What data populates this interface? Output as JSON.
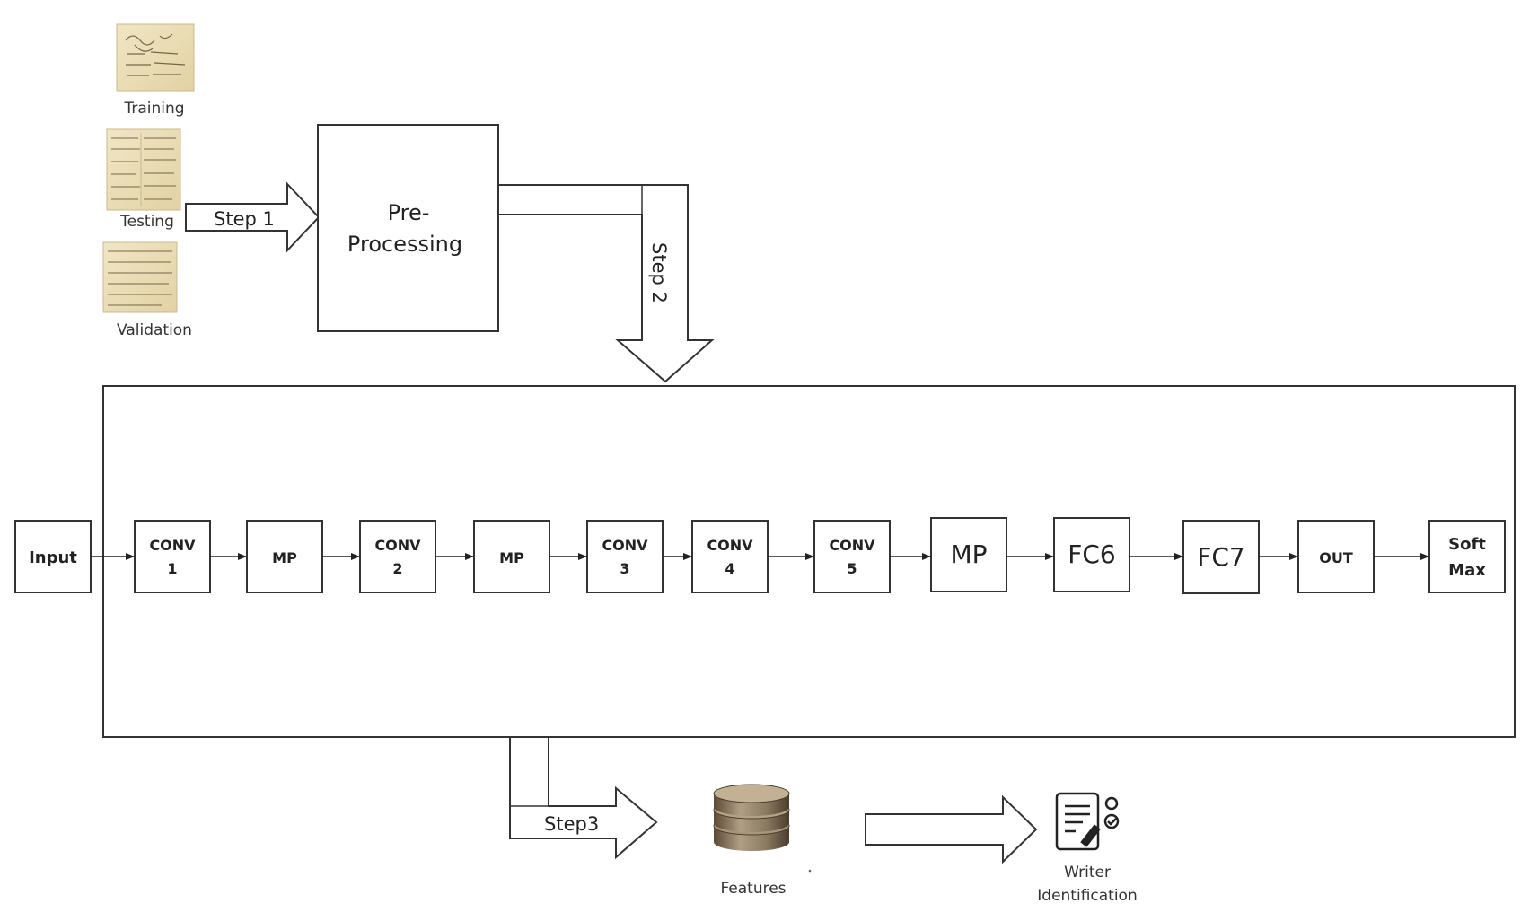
{
  "inputs": {
    "training": "Training",
    "testing": "Testing",
    "validation": "Validation"
  },
  "step1": "Step 1",
  "preprocessing": {
    "line1": "Pre-",
    "line2": "Processing"
  },
  "step2": "Step 2",
  "network": {
    "layers": [
      {
        "line1": "Input",
        "line2": ""
      },
      {
        "line1": "CONV",
        "line2": "1"
      },
      {
        "line1": "MP",
        "line2": ""
      },
      {
        "line1": "CONV",
        "line2": "2"
      },
      {
        "line1": "MP",
        "line2": ""
      },
      {
        "line1": "CONV",
        "line2": "3"
      },
      {
        "line1": "CONV",
        "line2": "4"
      },
      {
        "line1": "CONV",
        "line2": "5"
      },
      {
        "line1": "MP",
        "line2": ""
      },
      {
        "line1": "FC6",
        "line2": ""
      },
      {
        "line1": "FC7",
        "line2": ""
      },
      {
        "line1": "OUT",
        "line2": ""
      },
      {
        "line1": "Soft",
        "line2": "Max"
      }
    ]
  },
  "step3": "Step3",
  "features": "Features",
  "writer_identification": {
    "line1": "Writer",
    "line2": "Identification"
  }
}
